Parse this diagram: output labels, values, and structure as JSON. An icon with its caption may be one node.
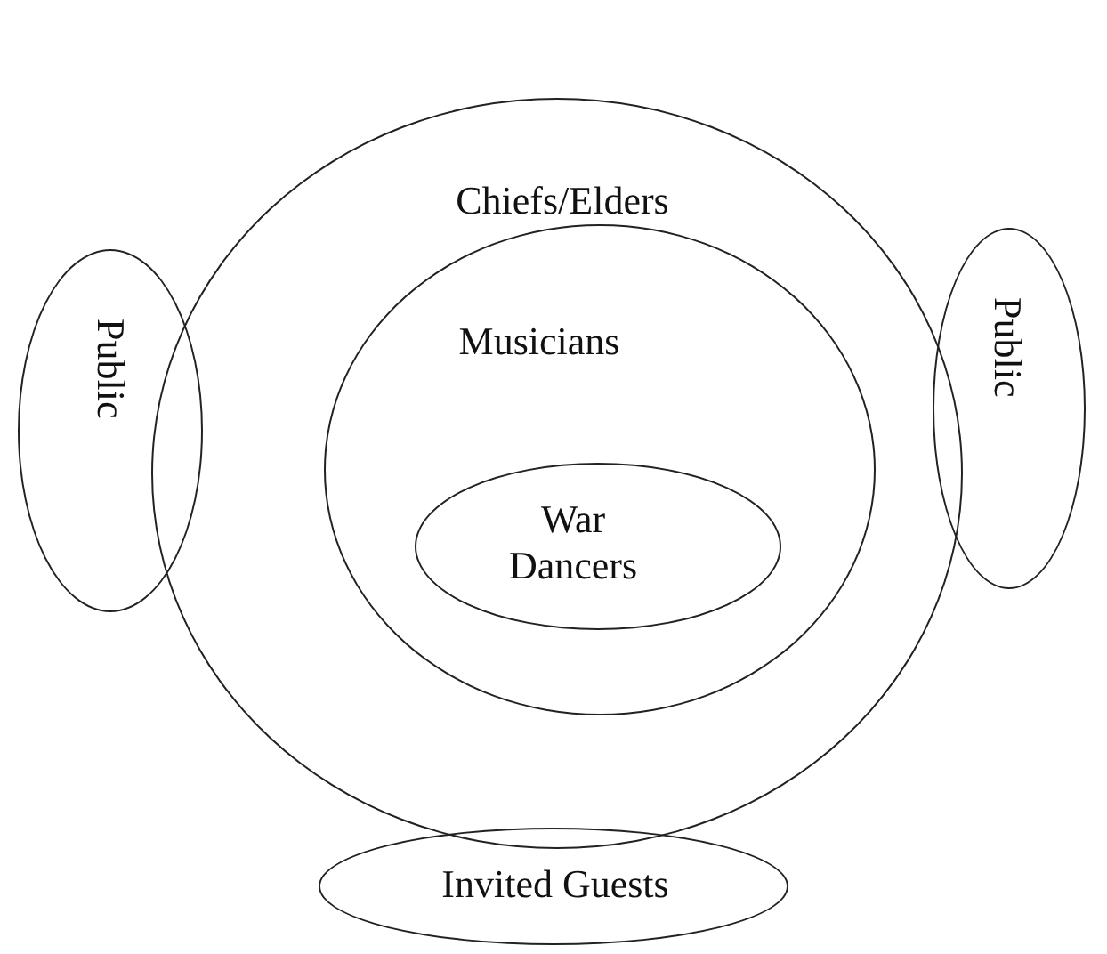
{
  "diagram": {
    "nodes": [
      {
        "text": [
          "Chiefs/Elders"
        ]
      },
      {
        "text": [
          "Musicians"
        ],
        "in": 0
      },
      {
        "text": [
          "War Dancers"
        ],
        "in": 1
      },
      {
        "text": [
          "Public"
        ]
      },
      {
        "text": [
          "Public"
        ]
      },
      {
        "text": [
          "Invited Guests"
        ]
      }
    ],
    "edges": []
  }
}
